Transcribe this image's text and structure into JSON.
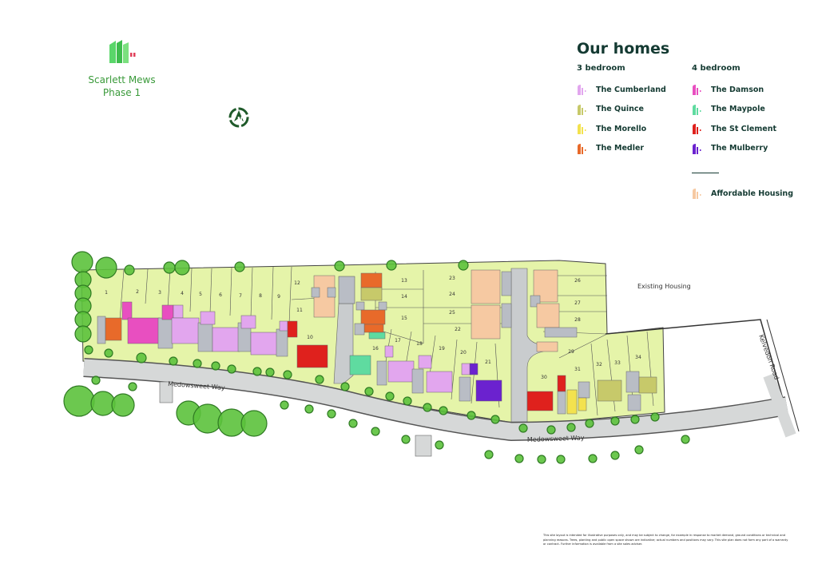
{
  "brand": {
    "logo_icon": "scarlett-mews-house-logo",
    "name": "Scarlett Mews",
    "phase": "Phase 1"
  },
  "compass_icon": "north-arrow-icon",
  "legend": {
    "title": "Our homes",
    "three_bed": {
      "heading": "3 bedroom",
      "items": [
        {
          "label": "The Cumberland",
          "color": "#e2a6ee"
        },
        {
          "label": "The Quince",
          "color": "#c7c96a"
        },
        {
          "label": "The Morello",
          "color": "#f3e24e"
        },
        {
          "label": "The Medler",
          "color": "#e86a2a"
        }
      ]
    },
    "four_bed": {
      "heading": "4 bedroom",
      "items": [
        {
          "label": "The Damson",
          "color": "#e84fc0"
        },
        {
          "label": "The Maypole",
          "color": "#5fdba0"
        },
        {
          "label": "The St Clement",
          "color": "#df211d"
        },
        {
          "label": "The Mulberry",
          "color": "#6b22cf"
        }
      ]
    },
    "affordable": {
      "label": "Affordable Housing",
      "color": "#f6c9a2"
    }
  },
  "map": {
    "existing_housing": "Existing Housing",
    "kelvedon_road": "Kelvedon Road",
    "road_label_1": "Medowsweet Way",
    "road_label_2": "Medowsweet Way",
    "plots": [
      "1",
      "2",
      "3",
      "4",
      "5",
      "6",
      "7",
      "8",
      "9",
      "10",
      "11",
      "12",
      "13",
      "14",
      "15",
      "16",
      "17",
      "18",
      "19",
      "20",
      "21",
      "22",
      "23",
      "24",
      "25",
      "26",
      "27",
      "28",
      "29",
      "30",
      "31",
      "32",
      "33",
      "34"
    ],
    "colors": {
      "plot": "#e5f4a9",
      "road": "#d6d8d8",
      "garage": "#b9bdc5",
      "tree": "#5cc23c"
    }
  },
  "disclaimer": "This site layout is intended for illustrative purposes only, and may be subject to change, for example in response to market demand, ground conditions or technical and planning reasons. Trees, planting and public open space shown are indicative; actual numbers and positions may vary. This site plan does not form any part of a warranty or contract. Further information is available from a site sales adviser."
}
